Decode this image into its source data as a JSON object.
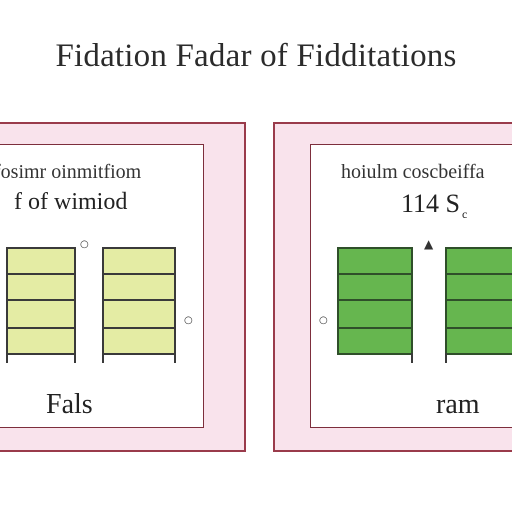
{
  "title": "Fidation Fadar of Fidditations",
  "panels": [
    {
      "caption_top": "fosimr oinmitfiom",
      "caption_main": "f of wimiod",
      "footer": "Fals",
      "bar_color": "#e4eca4",
      "bars": 2,
      "segments_per_bar": 4
    },
    {
      "caption_top": "hoiulm coscbeiffa",
      "caption_main": "114 S",
      "caption_sub": "c",
      "footer": "ram",
      "bar_color": "#66b64f",
      "bars": 2,
      "segments_per_bar": 4
    }
  ]
}
